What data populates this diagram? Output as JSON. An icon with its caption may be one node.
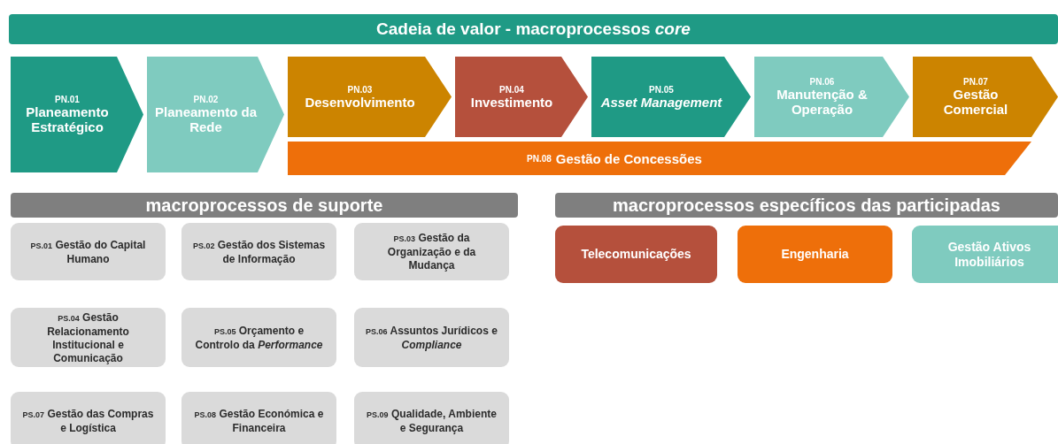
{
  "diagram": {
    "nodes": [
      {
        "text": [
          "Cadeia de valor - macroprocessos *core*"
        ]
      },
      {
        "text": [
          "PN.01",
          "Planeamento Estratégico"
        ]
      },
      {
        "text": [
          "PN.02",
          "Planeamento da Rede"
        ]
      },
      {
        "text": [
          "PN.03",
          "Desenvolvimento"
        ]
      },
      {
        "text": [
          "PN.04",
          "Investimento"
        ]
      },
      {
        "text": [
          "PN.05",
          "*Asset Management*"
        ]
      },
      {
        "text": [
          "PN.06",
          "Manutenção & Operação"
        ]
      },
      {
        "text": [
          "PN.07",
          "Gestão Comercial"
        ]
      },
      {
        "text": [
          "PN.08",
          "Gestão de Concessões"
        ]
      },
      {
        "text": [
          "macroprocessos de suporte"
        ]
      },
      {
        "text": [
          "PS.01",
          "Gestão do Capital Humano"
        ]
      },
      {
        "text": [
          "PS.02",
          "Gestão dos Sistemas de Informação"
        ]
      },
      {
        "text": [
          "PS.03",
          "Gestão da Organização e da Mudança"
        ]
      },
      {
        "text": [
          "PS.04",
          "Gestão Relacionamento Institucional e Comunicação"
        ]
      },
      {
        "text": [
          "PS.05",
          "Orçamento e Controlo da *Performance*"
        ]
      },
      {
        "text": [
          "PS.06",
          "Assuntos Jurídicos e *Compliance*"
        ]
      },
      {
        "text": [
          "PS.07",
          "Gestão das Compras e Logística"
        ]
      },
      {
        "text": [
          "PS.08",
          "Gestão Económica e Financeira"
        ]
      },
      {
        "text": [
          "PS.09",
          "Qualidade, Ambiente e Segurança"
        ]
      },
      {
        "text": [
          "macroprocessos específicos das participadas"
        ]
      },
      {
        "text": [
          "Telecomunicações"
        ]
      },
      {
        "text": [
          "Engenharia"
        ]
      },
      {
        "text": [
          "Gestão Ativos Imobiliários"
        ]
      }
    ]
  }
}
